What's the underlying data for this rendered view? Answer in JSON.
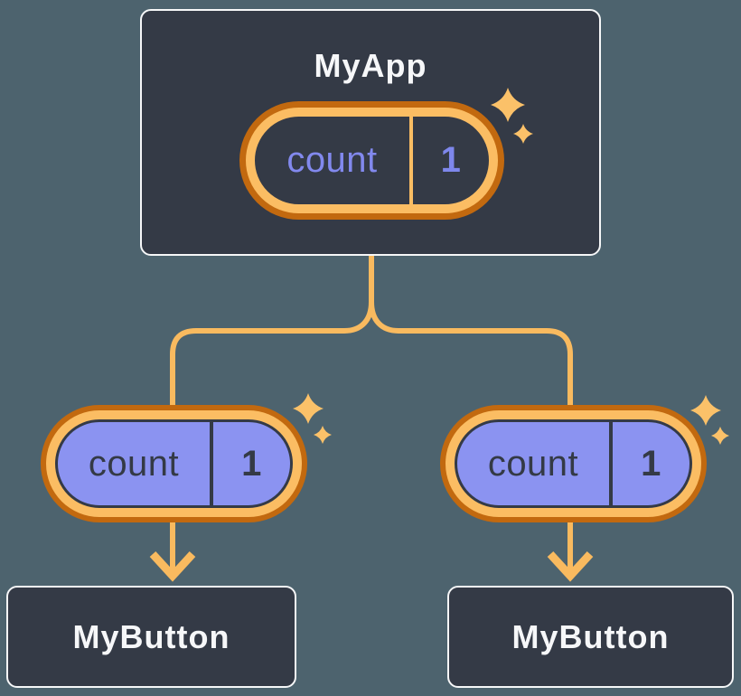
{
  "diagram": {
    "description": "React state tree: parent component MyApp holds state passed down as props to two MyButton children",
    "colors": {
      "background": "#4d636e",
      "node_background": "#343a46",
      "node_border": "#f6f7f8",
      "node_text": "#f6f7f9",
      "orange_ring_dark": "#c2690f",
      "orange_ring_light": "#fbbd63",
      "connector_orange": "#f9ba5f",
      "sparkle_orange": "#fbc169",
      "pill_purple_fill": "#8b93f1",
      "pill_purple_text": "#8289ee",
      "pill_dark_text": "#343a46"
    },
    "root": {
      "title": "MyApp",
      "pill": {
        "label": "count",
        "value": "1"
      }
    },
    "pills": [
      {
        "label": "count",
        "value": "1"
      },
      {
        "label": "count",
        "value": "1"
      }
    ],
    "children": [
      {
        "title": "MyButton"
      },
      {
        "title": "MyButton"
      }
    ]
  }
}
